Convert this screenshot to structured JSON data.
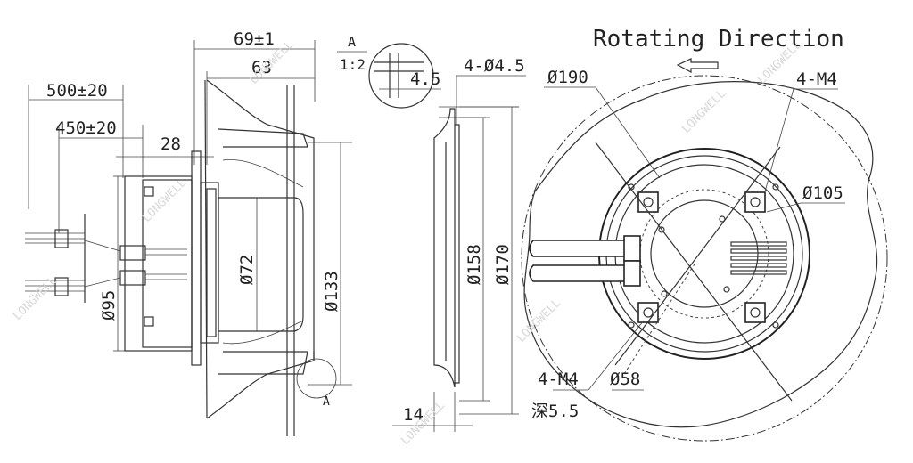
{
  "diagram": {
    "side_view": {
      "cable_length_outer": "500±20",
      "cable_length_inner": "450±20",
      "offset_28": "28",
      "width_total": "69±1",
      "width_63": "63",
      "diameter_72": "Ø72",
      "diameter_133": "Ø133",
      "diameter_95": "Ø95",
      "detail_marker": "A"
    },
    "detail_a": {
      "label": "A",
      "scale": "1:2",
      "dim": "4.5"
    },
    "section_view": {
      "holes": "4-Ø4.5",
      "diameter_158": "Ø158",
      "diameter_170": "Ø170",
      "thickness": "14"
    },
    "front_view": {
      "title": "Rotating Direction",
      "arrow_icon": "left-arrow-icon",
      "diameter_190": "Ø190",
      "m4_top": "4-M4",
      "diameter_105": "Ø105",
      "m4_bottom": "4-M4",
      "depth": "深5.5",
      "diameter_58": "Ø58"
    },
    "watermark": "LONGWELL"
  }
}
